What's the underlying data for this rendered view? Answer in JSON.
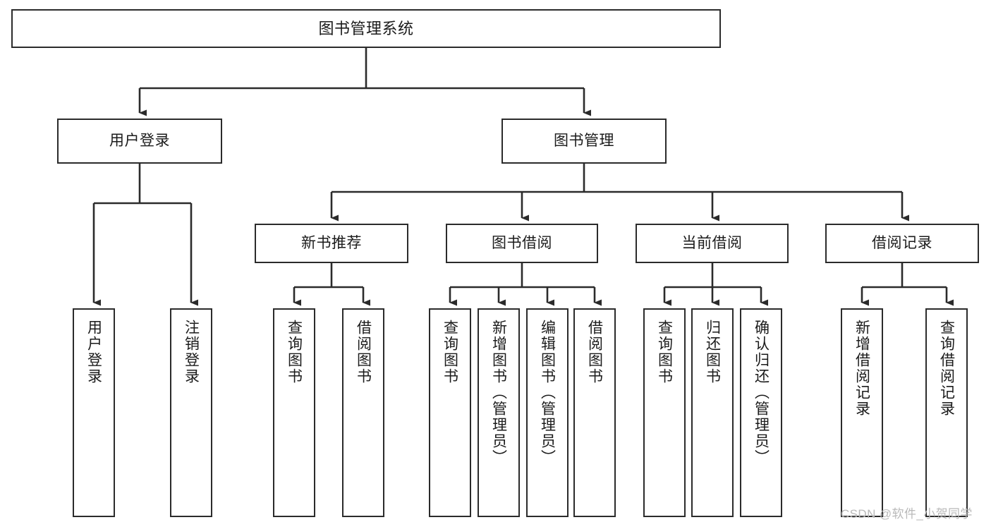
{
  "diagram": {
    "type": "tree-hierarchy",
    "title": "图书管理系统",
    "root": {
      "label": "图书管理系统"
    },
    "level2": [
      {
        "label": "用户登录"
      },
      {
        "label": "图书管理"
      }
    ],
    "level3": [
      {
        "label": "新书推荐"
      },
      {
        "label": "图书借阅"
      },
      {
        "label": "当前借阅"
      },
      {
        "label": "借阅记录"
      }
    ],
    "leaves": {
      "user_login": [
        {
          "label": "用户登录"
        },
        {
          "label": "注销登录"
        }
      ],
      "new_book_recommend": [
        {
          "label": "查询图书"
        },
        {
          "label": "借阅图书"
        }
      ],
      "book_borrow": [
        {
          "label": "查询图书"
        },
        {
          "label": "新增图书（管理员）"
        },
        {
          "label": "编辑图书（管理员）"
        },
        {
          "label": "借阅图书"
        }
      ],
      "current_borrow": [
        {
          "label": "查询图书"
        },
        {
          "label": "归还图书"
        },
        {
          "label": "确认归还（管理员）"
        }
      ],
      "borrow_record": [
        {
          "label": "新增借阅记录"
        },
        {
          "label": "查询借阅记录"
        }
      ]
    }
  },
  "watermark": {
    "text": "CSDN @软件_小贺同学"
  },
  "colors": {
    "stroke": "#2b2b2b",
    "fill": "#ffffff",
    "text": "#1b1b1b",
    "watermark": "#b9b9b9"
  }
}
